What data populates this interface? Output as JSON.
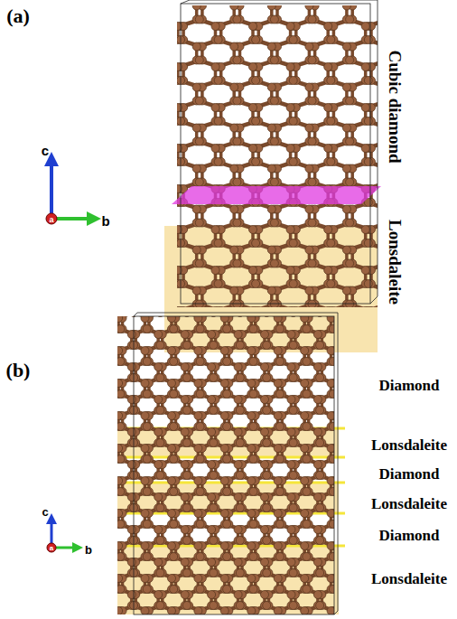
{
  "diagram": {
    "labels": [
      "(a)",
      "c",
      "b",
      "a",
      "Cubic diamond",
      "Lonsdaleite",
      "(b)",
      "c",
      "b",
      "a",
      "Diamond",
      "Lonsdaleite",
      "Diamond",
      "Lonsdaleite",
      "Diamond",
      "Lonsdaleite"
    ]
  }
}
